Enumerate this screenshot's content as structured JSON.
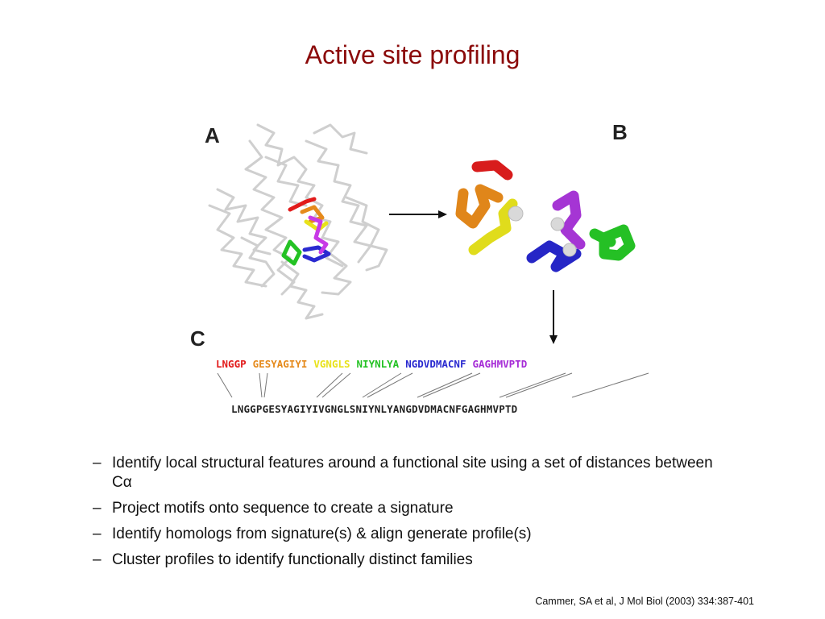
{
  "title": "Active site profiling",
  "figure": {
    "panel_labels": {
      "a": "A",
      "b": "B",
      "c": "C"
    },
    "motifs": [
      {
        "text": "LNGGP",
        "color": "#e21b1b"
      },
      {
        "text": "GESYAGIYI",
        "color": "#e58a1c"
      },
      {
        "text": "VGNGLS",
        "color": "#e8e21a"
      },
      {
        "text": "NIYNLYA",
        "color": "#24c224"
      },
      {
        "text": "NGDVDMACNF",
        "color": "#2a2ad0"
      },
      {
        "text": "GAGHMVPTD",
        "color": "#a52ad6"
      }
    ],
    "full_sequence": "LNGGPGESYAGIYIVGNGLSNIYNLYANGDVDMACNFGAGHMVPTD"
  },
  "bullets": [
    {
      "dash": "–",
      "text": "Identify local structural features around a functional site using a set of distances between Cα"
    },
    {
      "dash": "–",
      "text": "Project motifs onto sequence to create a signature"
    },
    {
      "dash": "–",
      "text": "Identify homologs from signature(s) & align generate profile(s)"
    },
    {
      "dash": "–",
      "text": "Cluster profiles to identify functionally distinct families"
    }
  ],
  "citation": "Cammer, SA et al, J Mol Biol (2003) 334:387-401"
}
